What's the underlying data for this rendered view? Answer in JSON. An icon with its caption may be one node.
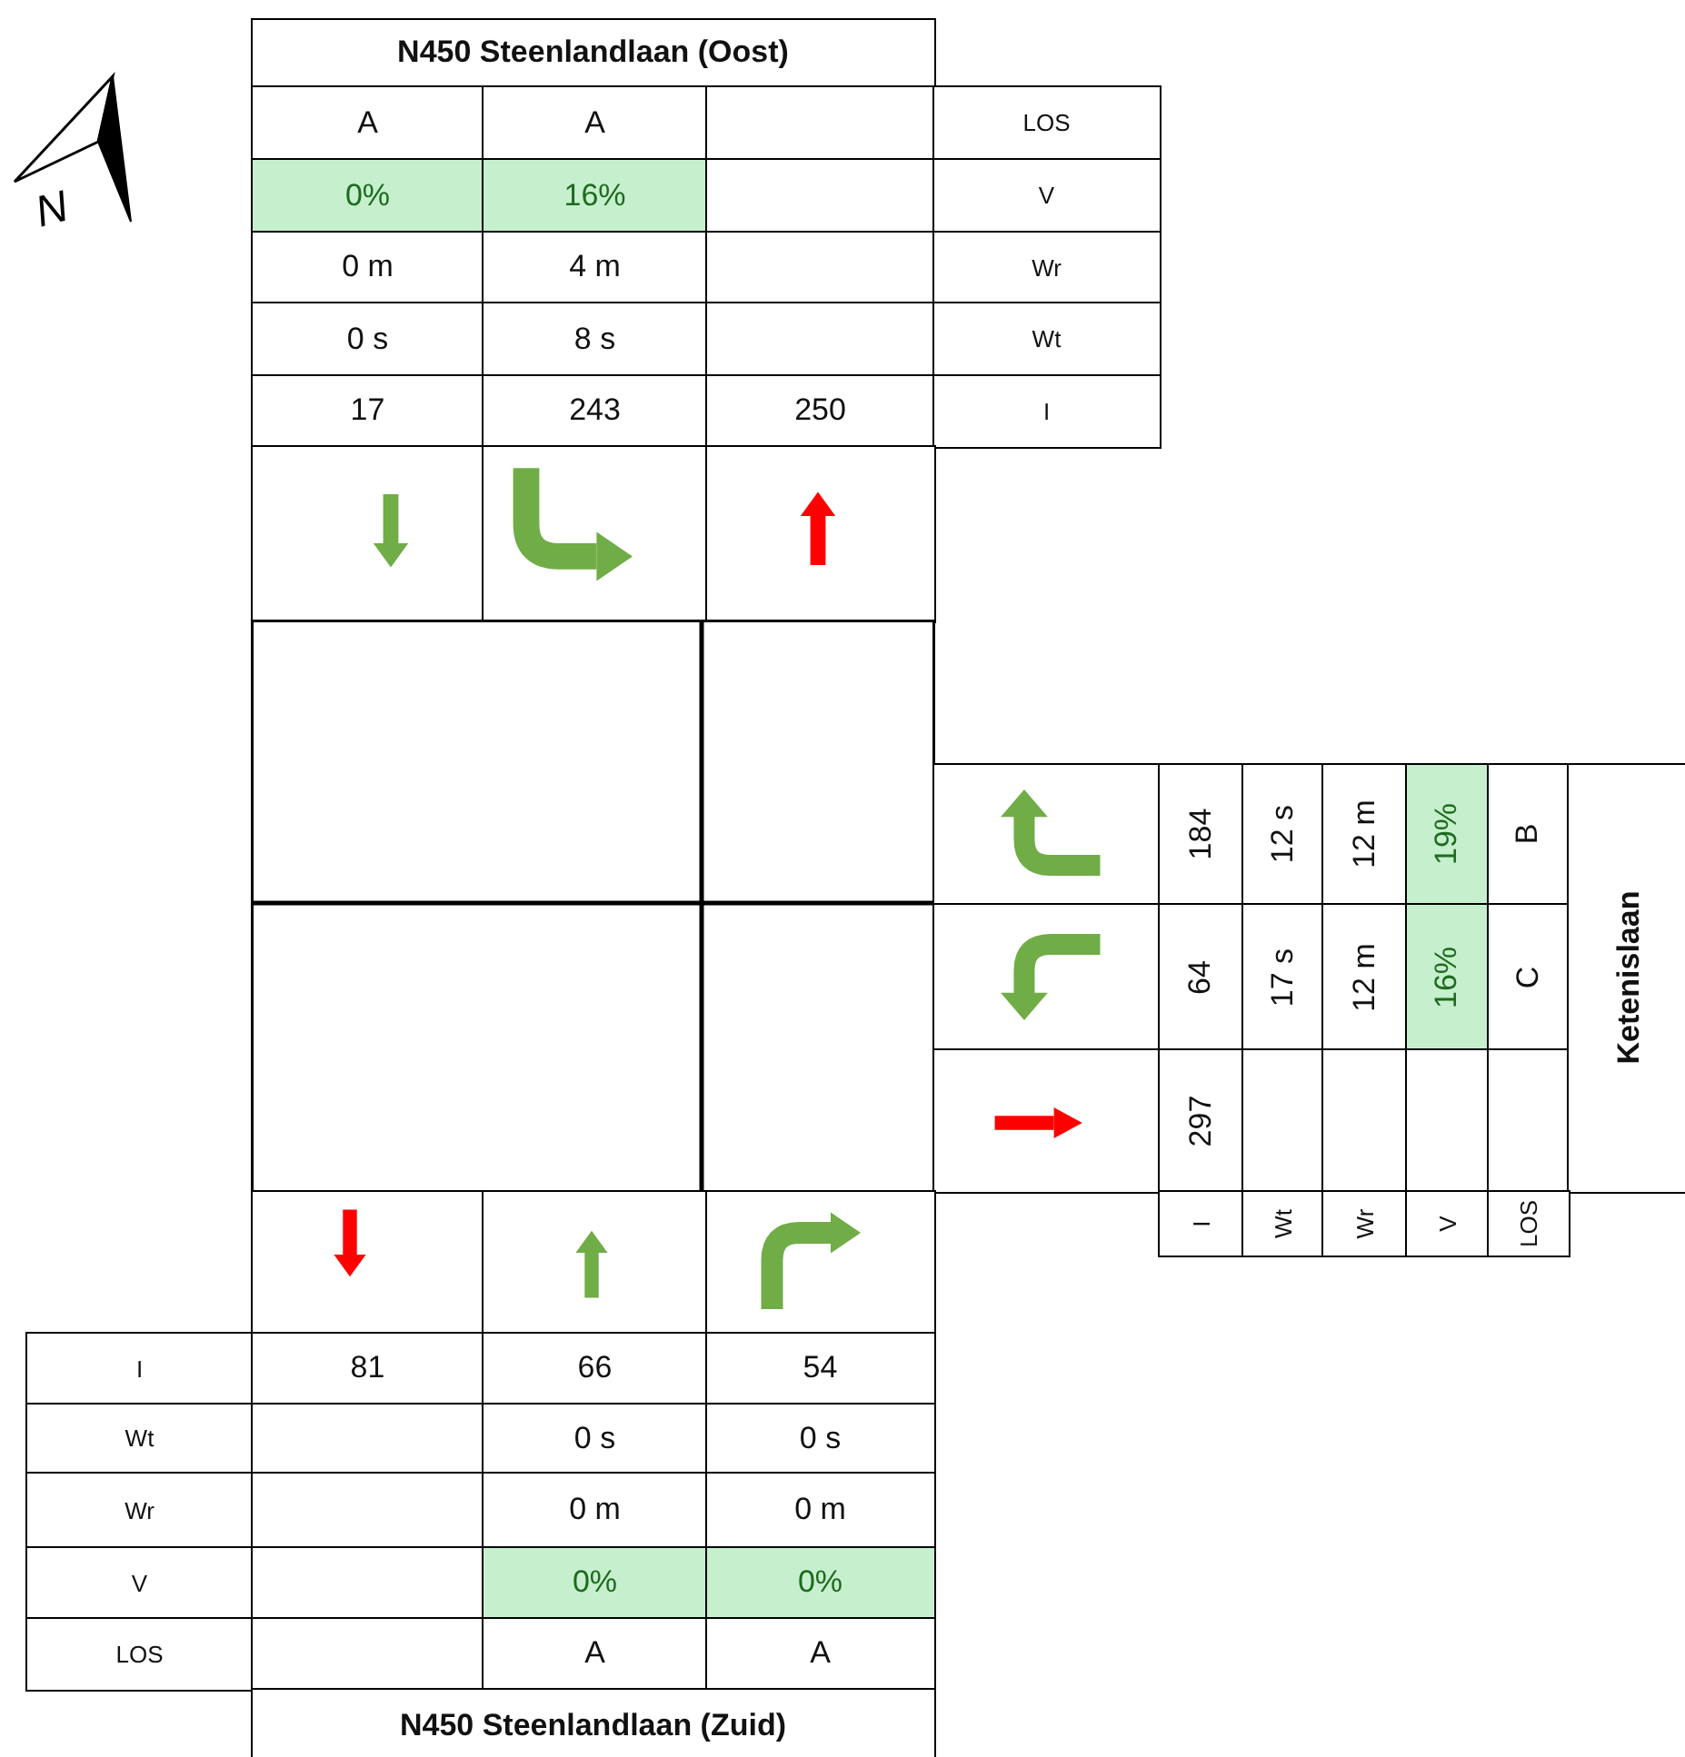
{
  "diagram": {
    "labels": [
      "N450 Steenlandlaan (Oost)",
      "A",
      "A",
      "LOS",
      "0%",
      "16%",
      "V",
      "N",
      "0 m",
      "4 m",
      "Wr",
      "0 s",
      "8 s",
      "Wt",
      "17",
      "243",
      "250",
      "I",
      "184",
      "12 s",
      "12 m",
      "19%",
      "B",
      "Ketenislaan",
      "64",
      "17 s",
      "12 m",
      "16%",
      "C",
      "297",
      "I",
      "Wt",
      "Wr",
      "V",
      "LOS",
      "I",
      "81",
      "66",
      "54",
      "Wt",
      "0 s",
      "0 s",
      "Wr",
      "0 m",
      "0 m",
      "V",
      "0%",
      "0%",
      "LOS",
      "A",
      "A",
      "N450 Steenlandlaan (Zuid)"
    ]
  }
}
